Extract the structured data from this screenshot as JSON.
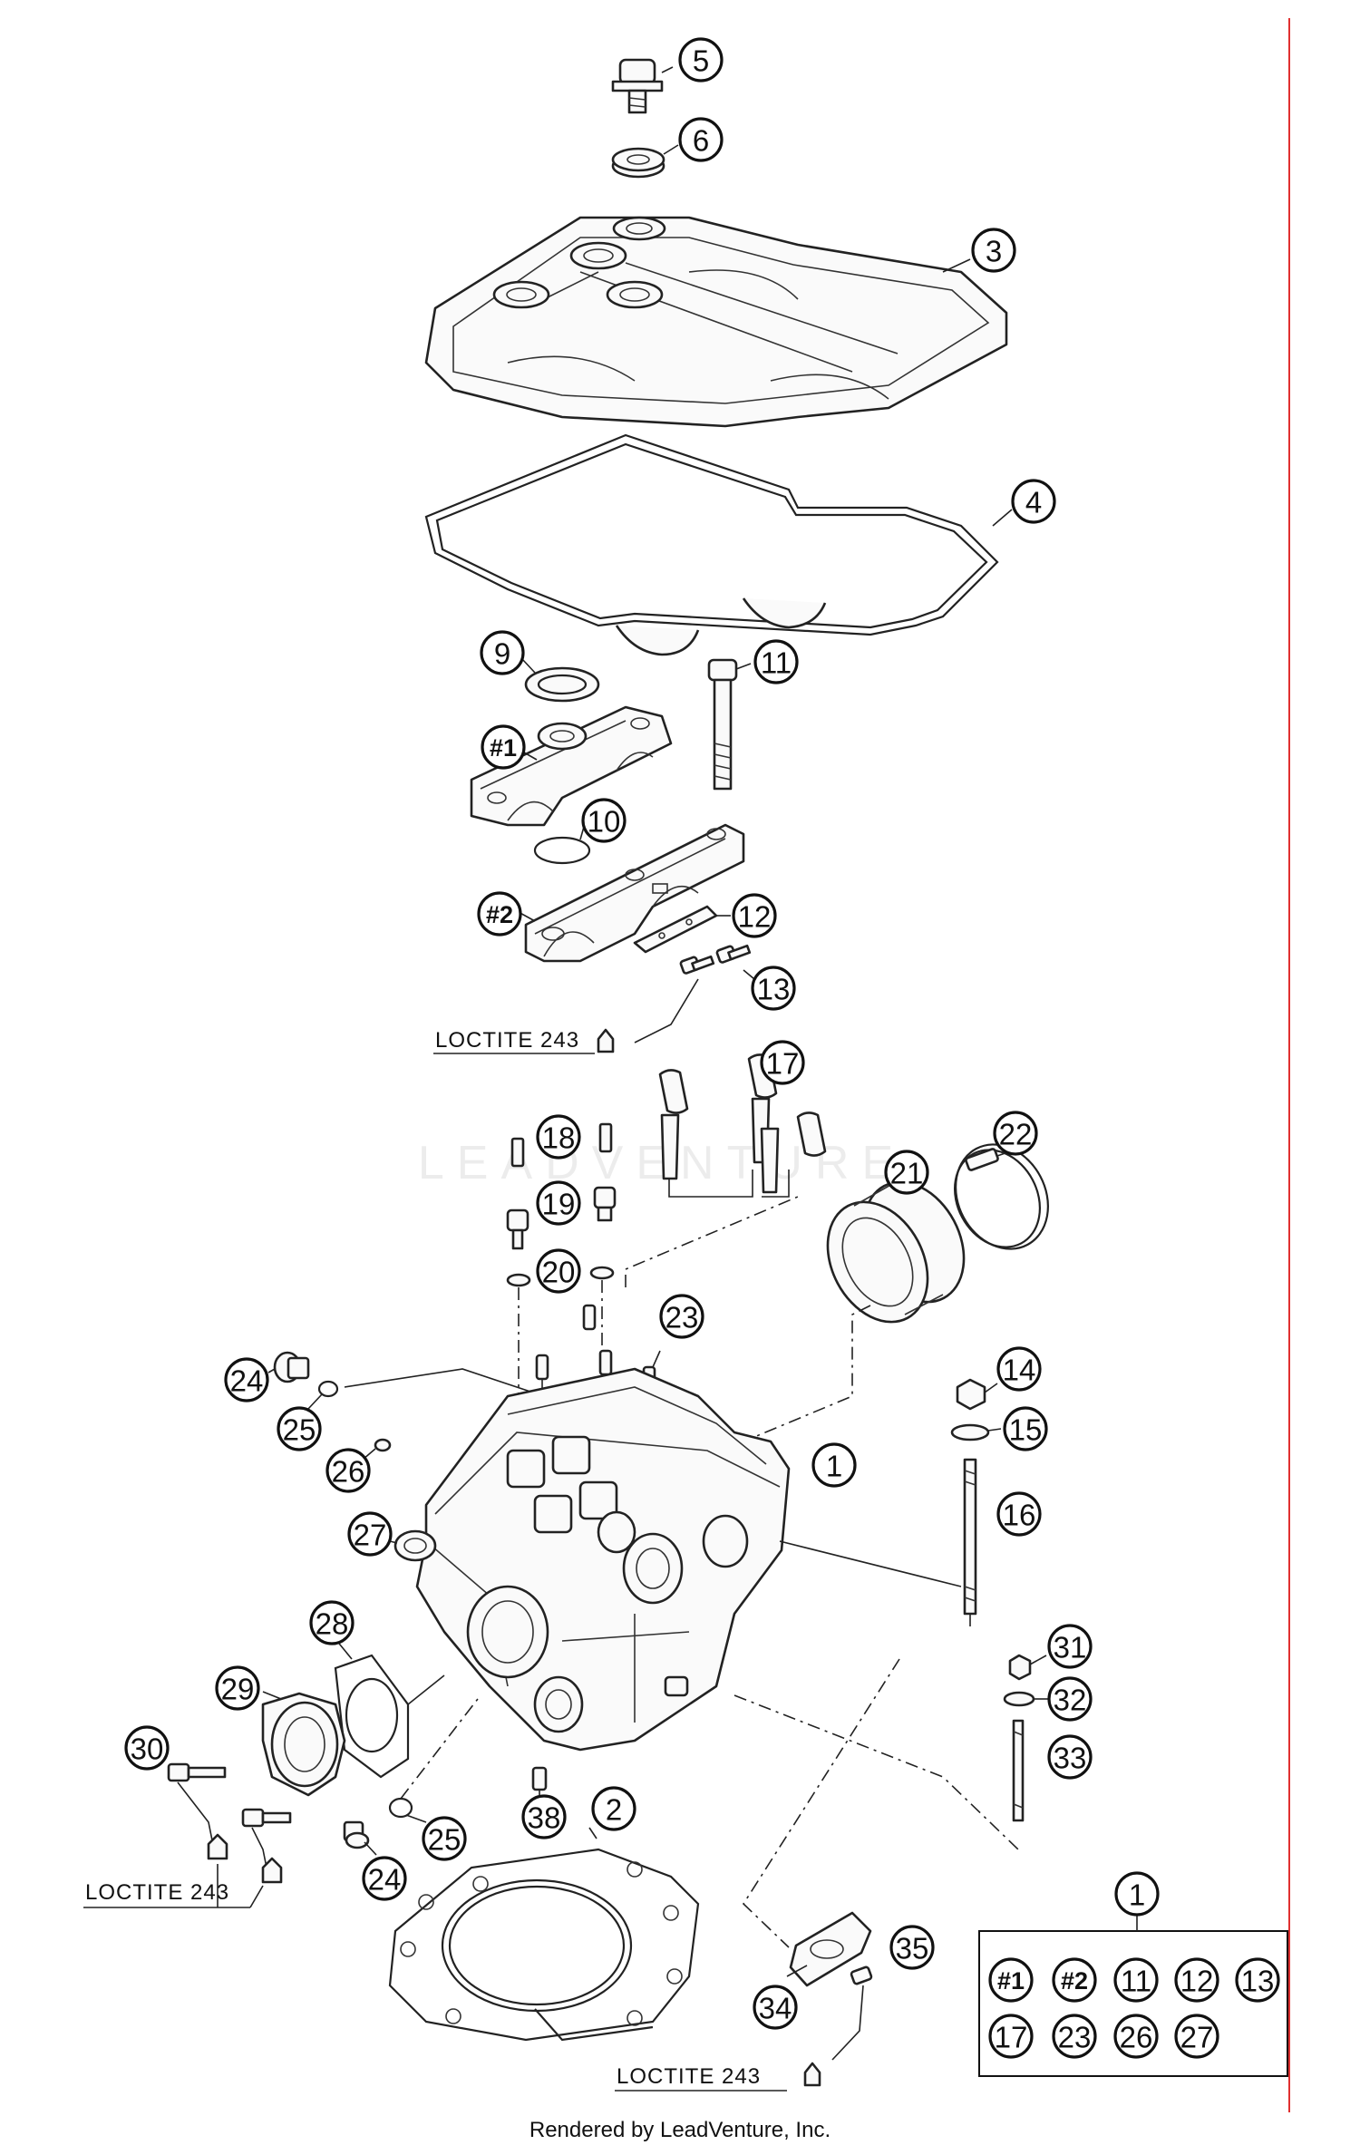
{
  "watermark": "LEADVENTURE",
  "footer": "Rendered by LeadVenture, Inc.",
  "notes": {
    "loctite_top": "LOCTITE 243",
    "loctite_left": "LOCTITE 243",
    "loctite_bottom": "LOCTITE 243"
  },
  "callouts": {
    "p1": "1",
    "p2": "2",
    "p3": "3",
    "p4": "4",
    "p5": "5",
    "p6": "6",
    "p9": "9",
    "p10": "10",
    "p11": "11",
    "p12": "12",
    "p13": "13",
    "p14": "14",
    "p15": "15",
    "p16": "16",
    "p17": "17",
    "p18": "18",
    "p19": "19",
    "p20": "20",
    "p21": "21",
    "p22": "22",
    "p23": "23",
    "p24a": "24",
    "p24b": "24",
    "p25a": "25",
    "p25b": "25",
    "p26": "26",
    "p27": "27",
    "p28": "28",
    "p29": "29",
    "p30": "30",
    "p31": "31",
    "p32": "32",
    "p33": "33",
    "p34": "34",
    "p35": "35",
    "p38": "38",
    "h1": "#1",
    "h2": "#2"
  },
  "kit": {
    "title": "1",
    "items": [
      "#1",
      "#2",
      "11",
      "12",
      "13",
      "17",
      "23",
      "26",
      "27"
    ]
  }
}
